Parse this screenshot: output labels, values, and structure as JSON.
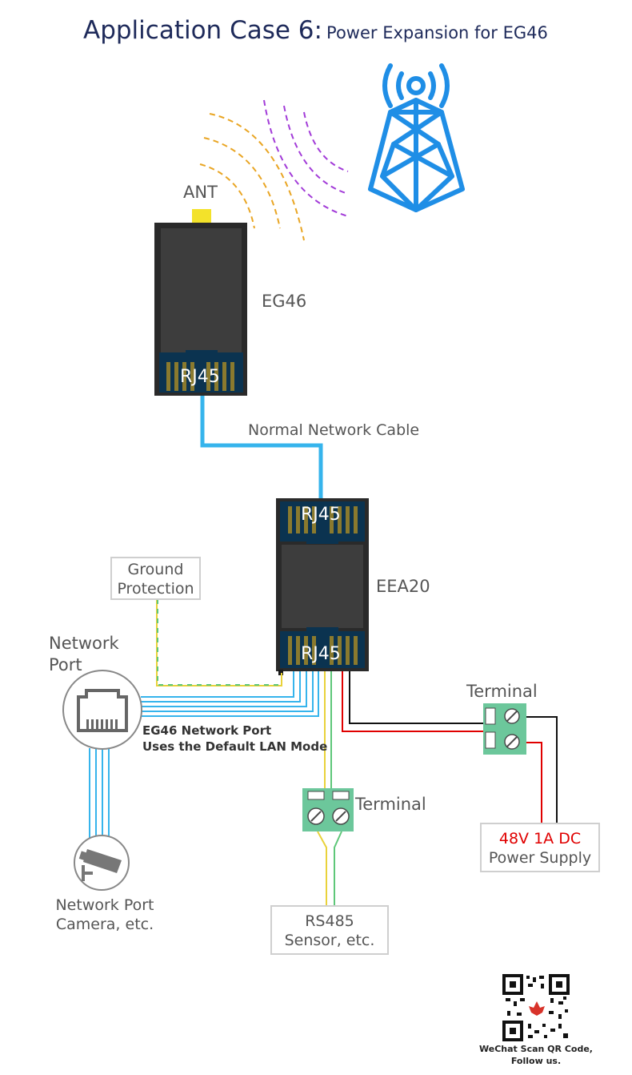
{
  "title": {
    "main": "Application Case 6:",
    "sub": "Power Expansion for EG46"
  },
  "labels": {
    "ant": "ANT",
    "eg46": "EG46",
    "eg46_port": "RJ45",
    "cable": "Normal Network Cable",
    "eea20": "EEA20",
    "eea20_port_top": "RJ45",
    "eea20_port_bottom": "RJ45",
    "ground": [
      "Ground",
      "Protection"
    ],
    "network_port": [
      "Network",
      "Port"
    ],
    "lan_note": [
      "EG46 Network Port",
      "Uses the Default LAN Mode"
    ],
    "camera": [
      "Network Port",
      "Camera, etc."
    ],
    "terminal_power": "Terminal",
    "terminal_rs485": "Terminal",
    "power_supply": [
      "48V 1A DC",
      "Power Supply"
    ],
    "rs485": [
      "RS485",
      "Sensor, etc."
    ],
    "qr_caption": [
      "WeChat Scan QR Code,",
      "Follow us."
    ]
  },
  "colors": {
    "title": "#1e2a5a",
    "device_body": "#3a3a3a",
    "port": "#0b3350",
    "network_cable": "#36b4ec",
    "tower": "#1f8ee6",
    "signal_orange": "#e9a523",
    "signal_purple": "#a23bd8",
    "antenna": "#f3e22a",
    "terminal": "#6cc79b",
    "power_red": "#e00000"
  },
  "icons": [
    "cell-tower-icon",
    "network-port-icon",
    "camera-icon",
    "qr-code"
  ]
}
